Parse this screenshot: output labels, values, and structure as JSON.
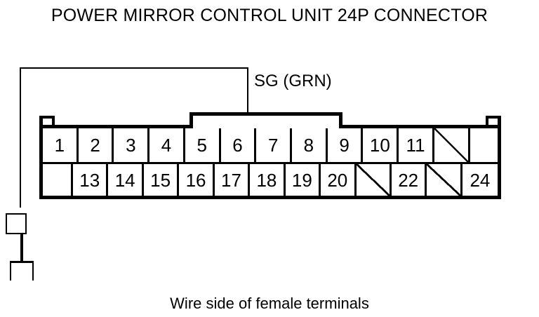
{
  "title": "POWER MIRROR CONTROL UNIT 24P CONNECTOR",
  "caption": "Wire side of female terminals",
  "callout": {
    "label": "SG (GRN)",
    "points_to": "latch-tab"
  },
  "connector": {
    "name": "POWER MIRROR CONTROL UNIT",
    "cavity_count": "24",
    "view": "Wire side of female terminals",
    "rows": [
      {
        "row_name": "top-row",
        "cells": [
          {
            "kind": "pin",
            "label": "1"
          },
          {
            "kind": "pin",
            "label": "2"
          },
          {
            "kind": "pin",
            "label": "3"
          },
          {
            "kind": "pin",
            "label": "4"
          },
          {
            "kind": "pin",
            "label": "5"
          },
          {
            "kind": "pin",
            "label": "6"
          },
          {
            "kind": "pin",
            "label": "7"
          },
          {
            "kind": "pin",
            "label": "8"
          },
          {
            "kind": "pin",
            "label": "9"
          },
          {
            "kind": "pin",
            "label": "10"
          },
          {
            "kind": "pin",
            "label": "11"
          },
          {
            "kind": "slash",
            "label": ""
          },
          {
            "kind": "blank",
            "label": ""
          }
        ]
      },
      {
        "row_name": "bottom-row",
        "cells": [
          {
            "kind": "blank",
            "label": ""
          },
          {
            "kind": "pin",
            "label": "13"
          },
          {
            "kind": "pin",
            "label": "14"
          },
          {
            "kind": "pin",
            "label": "15"
          },
          {
            "kind": "pin",
            "label": "16"
          },
          {
            "kind": "pin",
            "label": "17"
          },
          {
            "kind": "pin",
            "label": "18"
          },
          {
            "kind": "pin",
            "label": "19"
          },
          {
            "kind": "pin",
            "label": "20"
          },
          {
            "kind": "slash",
            "label": ""
          },
          {
            "kind": "pin",
            "label": "22"
          },
          {
            "kind": "slash",
            "label": ""
          },
          {
            "kind": "pin",
            "label": "24"
          }
        ]
      }
    ]
  },
  "colors": {
    "ink": "#000000",
    "paper": "#ffffff"
  }
}
